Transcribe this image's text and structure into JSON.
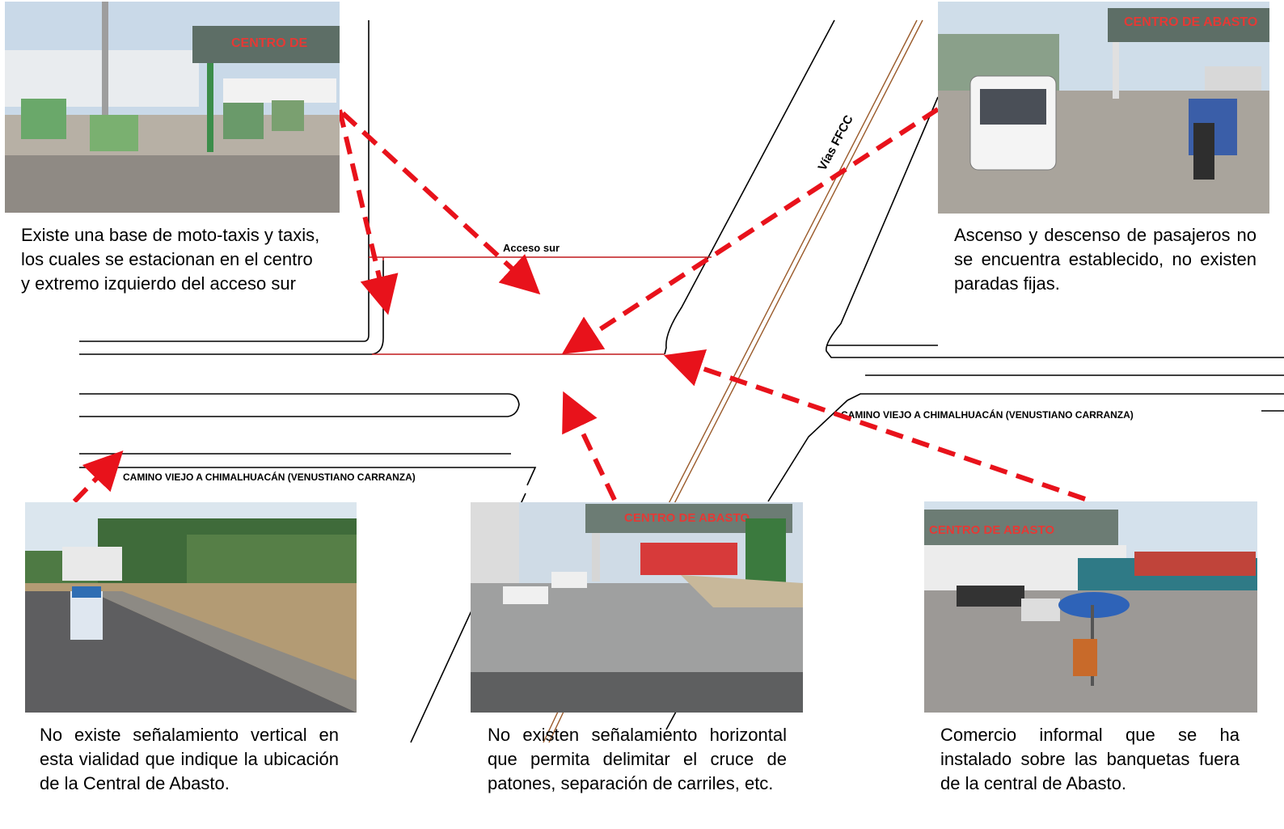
{
  "labels": {
    "acceso_sur": "Acceso sur",
    "vias_ffcc": "Vías FFCC",
    "camino_right": "CAMINO VIEJO A CHIMALHUACÁN (VENUSTIANO CARRANZA)",
    "camino_left": "CAMINO VIEJO A CHIMALHUACÁN (VENUSTIANO CARRANZA)"
  },
  "photos": {
    "top_left_sign": "CENTRO DE",
    "top_right_sign": "CENTRO DE ABASTO",
    "bottom_center_sign": "CENTRO DE ABASTO",
    "bottom_right_sign": "CENTRO DE ABASTO"
  },
  "captions": {
    "top_left": "Existe una base de moto-taxis y taxis, los cuales se estacionan en el centro y extremo izquierdo del acceso sur",
    "top_right": "Ascenso y descenso de pasajeros no se encuentra establecido, no existen paradas fijas.",
    "bottom_left": "No existe señalamiento vertical en esta vialidad que indique la ubicación de la Central de Abasto.",
    "bottom_center": "No existen señalamiento horizontal que permita delimitar el cruce de patones, separación de carriles, etc.",
    "bottom_right": "Comercio informal que se ha instalado sobre las banquetas fuera de la central de Abasto."
  },
  "colors": {
    "arrow": "#e8121b",
    "road_line": "#000000",
    "access_line": "#c0181b",
    "rail": "#9a5a2a"
  }
}
